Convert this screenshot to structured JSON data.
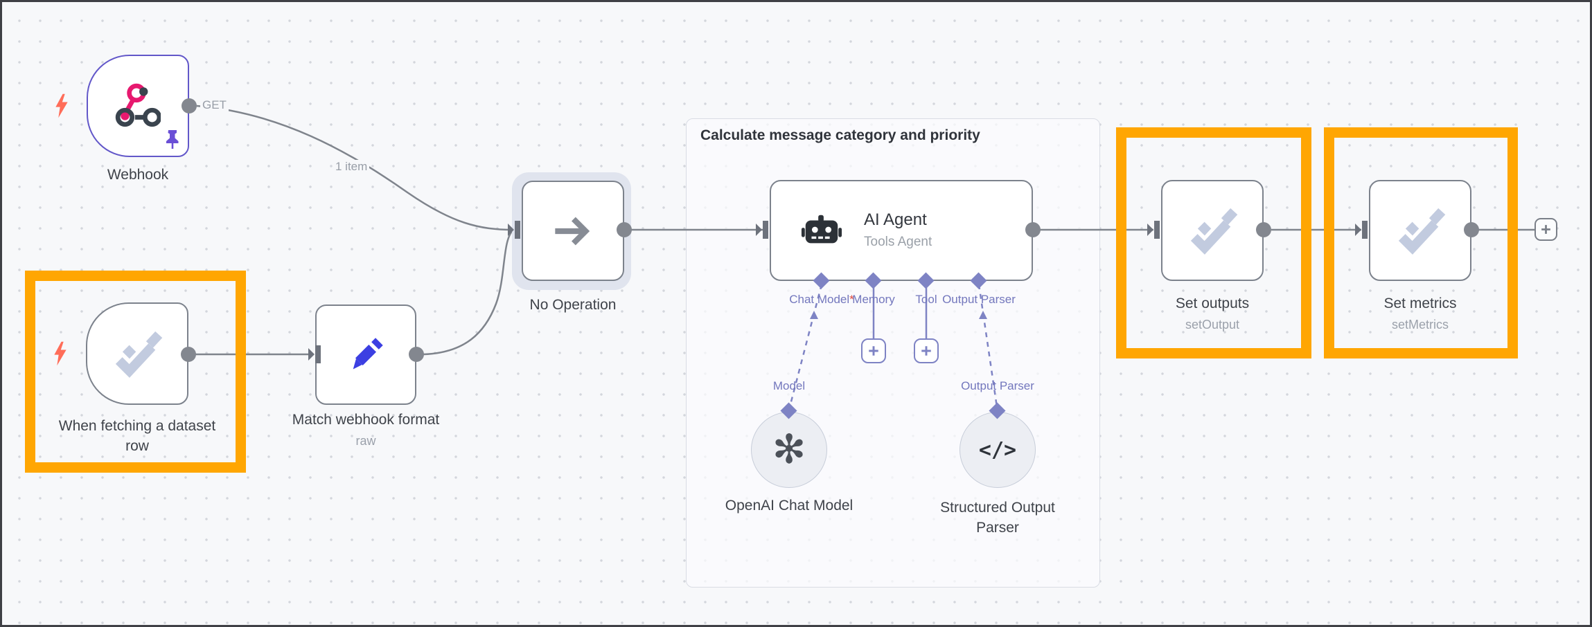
{
  "workflow": {
    "webhook": {
      "name": "Webhook",
      "method": "GET"
    },
    "webhook_edge": {
      "items": "1 item"
    },
    "when_fetching": {
      "name": "When fetching a dataset row"
    },
    "match_format": {
      "name": "Match webhook format",
      "subtitle": "raw"
    },
    "no_operation": {
      "name": "No Operation"
    },
    "group": {
      "title": "Calculate message category and priority"
    },
    "ai_agent": {
      "name": "AI Agent",
      "subtitle": "Tools Agent",
      "ports": {
        "chat_model": "Chat Model",
        "chat_model_required": "*",
        "memory": "Memory",
        "tool": "Tool",
        "output_parser": "Output Parser"
      },
      "input_labels": {
        "model": "Model",
        "output_parser": "Output Parser"
      }
    },
    "openai_model": {
      "name": "OpenAI Chat Model"
    },
    "structured_parser": {
      "name": "Structured Output Parser"
    },
    "set_outputs": {
      "name": "Set outputs",
      "subtitle": "setOutput"
    },
    "set_metrics": {
      "name": "Set metrics",
      "subtitle": "setMetrics"
    }
  },
  "colors": {
    "canvas_bg": "#f7f8fa",
    "grid_dot": "#d3d6dc",
    "highlight_orange": "#FFA602",
    "node_border": "#7c828c",
    "webhook_border": "#6257c9",
    "edge_gray": "#7f848c",
    "ai_purple": "#7e83c4",
    "trigger_bolt": "#ff6d59",
    "check_icon": "#c2cbdf",
    "pencil_blue": "#3c3fe2",
    "label_dark": "#3f434a",
    "label_gray": "#9ba1ab",
    "required_red": "#e04a3f"
  }
}
